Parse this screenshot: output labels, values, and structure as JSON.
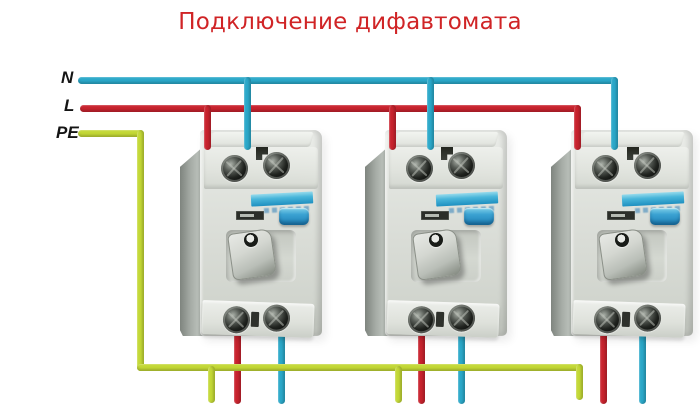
{
  "title": "Подключение дифавтомата",
  "colors": {
    "title": "#d02426",
    "neutral": "#2ba8c9",
    "line": "#c8232e",
    "earth": "#c3d836",
    "joint_on_line": "#cf8a1f",
    "joint_on_neutral": "#83cb41"
  },
  "buses": {
    "neutral": {
      "label": "N"
    },
    "line": {
      "label": "L"
    },
    "earth": {
      "label": "PE"
    }
  }
}
